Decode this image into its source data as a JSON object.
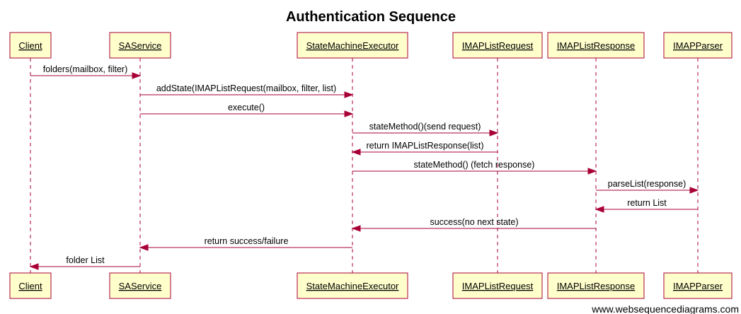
{
  "diagram": {
    "title": "Authentication Sequence",
    "watermark": "www.websequencediagrams.com",
    "colors": {
      "box_fill": "#FFFFCC",
      "box_stroke": "#A80036",
      "line": "#A80036",
      "text": "#000000"
    },
    "participants": [
      {
        "id": "client",
        "label": "Client"
      },
      {
        "id": "saservice",
        "label": "SAService"
      },
      {
        "id": "sme",
        "label": "StateMachineExecutor"
      },
      {
        "id": "req",
        "label": "IMAPListRequest"
      },
      {
        "id": "resp",
        "label": "IMAPListResponse"
      },
      {
        "id": "parser",
        "label": "IMAPParser"
      }
    ],
    "messages": [
      {
        "from": "client",
        "to": "saservice",
        "label": "folders(mailbox, filter)"
      },
      {
        "from": "saservice",
        "to": "sme",
        "label": "addState(IMAPListRequest(mailbox, filter, list)"
      },
      {
        "from": "saservice",
        "to": "sme",
        "label": "execute()"
      },
      {
        "from": "sme",
        "to": "req",
        "label": "stateMethod()(send request)"
      },
      {
        "from": "req",
        "to": "sme",
        "label": "return IMAPListResponse(list)"
      },
      {
        "from": "sme",
        "to": "resp",
        "label": "stateMethod() (fetch response)"
      },
      {
        "from": "resp",
        "to": "parser",
        "label": "parseList(response)"
      },
      {
        "from": "parser",
        "to": "resp",
        "label": "return List"
      },
      {
        "from": "resp",
        "to": "sme",
        "label": "success(no next state)"
      },
      {
        "from": "sme",
        "to": "saservice",
        "label": "return success/failure"
      },
      {
        "from": "saservice",
        "to": "client",
        "label": "folder List"
      }
    ]
  }
}
